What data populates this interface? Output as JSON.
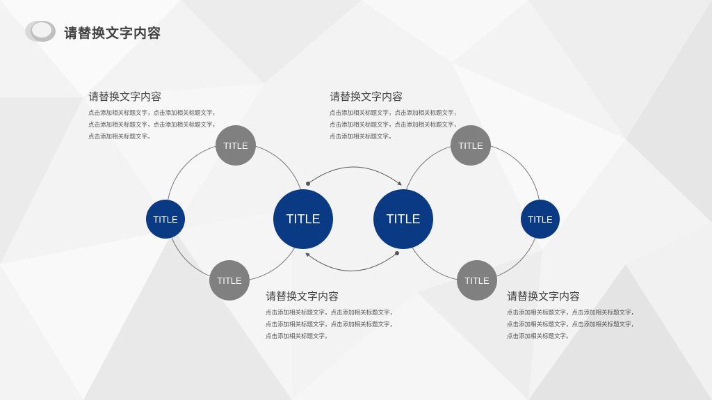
{
  "header": {
    "title": "请替换文字内容"
  },
  "nodes": {
    "center_left": "TITLE",
    "center_right": "TITLE",
    "left_top": "TITLE",
    "left_side": "TITLE",
    "left_bottom": "TITLE",
    "right_top": "TITLE",
    "right_side": "TITLE",
    "right_bottom": "TITLE"
  },
  "blocks": {
    "top_left": {
      "heading": "请替换文字内容",
      "body": "点击添加相关标题文字，点击添加相关标题文字，点击添加相关标题文字，点击添加相关标题文字，点击添加相关标题文字。"
    },
    "top_right": {
      "heading": "请替换文字内容",
      "body": "点击添加相关标题文字，点击添加相关标题文字，点击添加相关标题文字，点击添加相关标题文字，点击添加相关标题文字。"
    },
    "bottom_center": {
      "heading": "请替换文字内容",
      "body": "点击添加相关标题文字，点击添加相关标题文字，点击添加相关标题文字，点击添加相关标题文字，点击添加相关标题文字。"
    },
    "bottom_right": {
      "heading": "请替换文字内容",
      "body": "点击添加相关标题文字，点击添加相关标题文字，点击添加相关标题文字，点击添加相关标题文字，点击添加相关标题文字。"
    }
  },
  "colors": {
    "accent_blue": "#0b3a84",
    "node_gray": "#808080",
    "text_dark": "#404040"
  }
}
